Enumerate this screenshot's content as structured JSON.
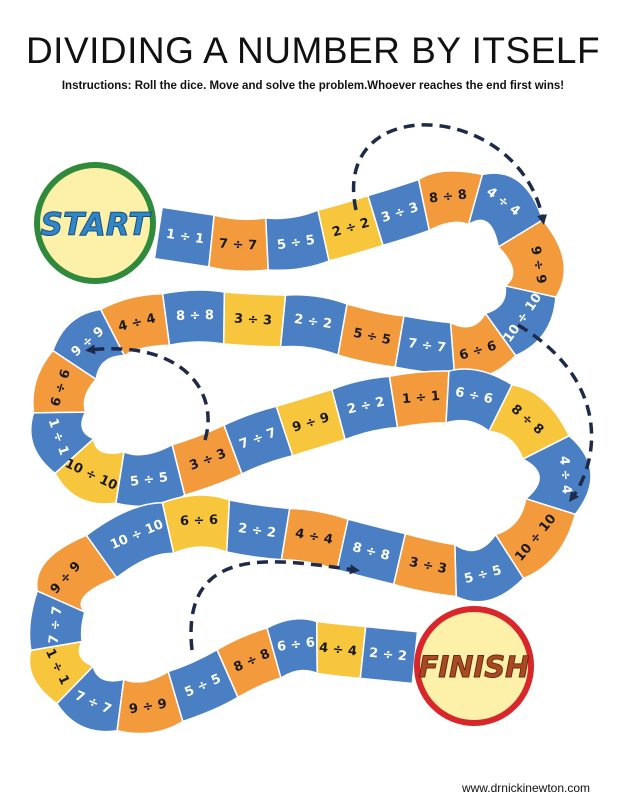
{
  "title": "DIVIDING A NUMBER BY ITSELF",
  "instructions": "Instructions: Roll the dice. Move and solve the problem.Whoever reaches the end first wins!",
  "start_label": "START",
  "finish_label": "FINISH",
  "website": "www.drnickinewton.com",
  "colors": {
    "blue": "#4a7fc4",
    "orange": "#f39a3c",
    "yellow": "#f8c63c",
    "start_ring": "#2f8a3c",
    "finish_ring": "#d9262b",
    "disc_fill": "#fdf0a8",
    "arrow": "#1e2a4a"
  },
  "spaces": [
    {
      "label": "1 ÷ 1",
      "color": "blue"
    },
    {
      "label": "7 ÷ 7",
      "color": "orange"
    },
    {
      "label": "5 ÷ 5",
      "color": "blue"
    },
    {
      "label": "2 ÷ 2",
      "color": "yellow"
    },
    {
      "label": "3 ÷ 3",
      "color": "blue"
    },
    {
      "label": "8 ÷ 8",
      "color": "orange"
    },
    {
      "label": "4 ÷ 4",
      "color": "blue"
    },
    {
      "label": "9 ÷ 9",
      "color": "orange"
    },
    {
      "label": "10 ÷ 10",
      "color": "blue"
    },
    {
      "label": "6 ÷ 6",
      "color": "orange"
    },
    {
      "label": "7 ÷ 7",
      "color": "blue"
    },
    {
      "label": "5 ÷ 5",
      "color": "orange"
    },
    {
      "label": "2 ÷ 2",
      "color": "blue"
    },
    {
      "label": "3 ÷ 3",
      "color": "yellow"
    },
    {
      "label": "8 ÷ 8",
      "color": "blue"
    },
    {
      "label": "4 ÷ 4",
      "color": "orange"
    },
    {
      "label": "9 ÷ 9",
      "color": "blue"
    },
    {
      "label": "6 ÷ 6",
      "color": "orange"
    },
    {
      "label": "1 ÷ 1",
      "color": "blue"
    },
    {
      "label": "10 ÷ 10",
      "color": "yellow"
    },
    {
      "label": "5 ÷ 5",
      "color": "blue"
    },
    {
      "label": "3 ÷ 3",
      "color": "orange"
    },
    {
      "label": "7 ÷ 7",
      "color": "blue"
    },
    {
      "label": "9 ÷ 9",
      "color": "yellow"
    },
    {
      "label": "2 ÷ 2",
      "color": "blue"
    },
    {
      "label": "1 ÷ 1",
      "color": "orange"
    },
    {
      "label": "6 ÷ 6",
      "color": "blue"
    },
    {
      "label": "8 ÷ 8",
      "color": "yellow"
    },
    {
      "label": "4 ÷ 4",
      "color": "blue"
    },
    {
      "label": "10 ÷ 10",
      "color": "orange"
    },
    {
      "label": "5 ÷ 5",
      "color": "blue"
    },
    {
      "label": "3 ÷ 3",
      "color": "orange"
    },
    {
      "label": "8 ÷ 8",
      "color": "blue"
    },
    {
      "label": "4 ÷ 4",
      "color": "orange"
    },
    {
      "label": "2 ÷ 2",
      "color": "blue"
    },
    {
      "label": "6 ÷ 6",
      "color": "yellow"
    },
    {
      "label": "10 ÷ 10",
      "color": "blue"
    },
    {
      "label": "9 ÷ 9",
      "color": "orange"
    },
    {
      "label": "7 ÷ 7",
      "color": "blue"
    },
    {
      "label": "1 ÷ 1",
      "color": "yellow"
    },
    {
      "label": "7 ÷ 7",
      "color": "blue"
    },
    {
      "label": "9 ÷ 9",
      "color": "orange"
    },
    {
      "label": "5 ÷ 5",
      "color": "blue"
    },
    {
      "label": "8 ÷ 8",
      "color": "orange"
    },
    {
      "label": "6 ÷ 6",
      "color": "blue"
    },
    {
      "label": "4 ÷ 4",
      "color": "yellow"
    },
    {
      "label": "2 ÷ 2",
      "color": "blue"
    }
  ],
  "shortcuts": [
    {
      "from": "2 ÷ 2",
      "to": "4 ÷ 4"
    },
    {
      "from": "10 ÷ 10",
      "to": "4 ÷ 4"
    },
    {
      "from": "3 ÷ 3",
      "to": "9 ÷ 9"
    },
    {
      "from": "5 ÷ 5",
      "to": "8 ÷ 8"
    }
  ]
}
